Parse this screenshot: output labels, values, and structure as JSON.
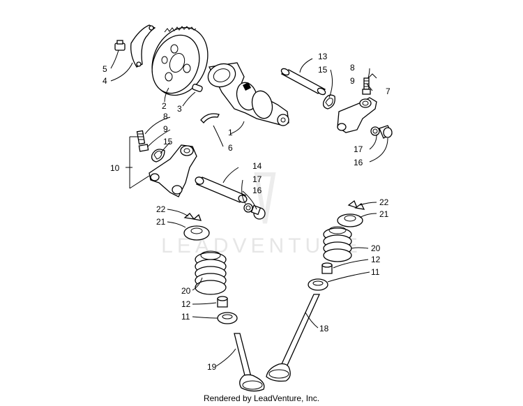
{
  "watermark": "LEADVENTURE",
  "footer": "Rendered by LeadVenture, Inc.",
  "callouts": {
    "c5": "5",
    "c4": "4",
    "c2": "2",
    "c3": "3",
    "c1": "1",
    "c6": "6",
    "c13": "13",
    "c15a": "15",
    "c8a": "8",
    "c9a": "9",
    "c7": "7",
    "c17a": "17",
    "c16a": "16",
    "c8b": "8",
    "c9b": "9",
    "c15b": "15",
    "c10": "10",
    "c14": "14",
    "c17b": "17",
    "c16b": "16",
    "c22a": "22",
    "c21a": "21",
    "c20a": "20",
    "c12a": "12",
    "c11a": "11",
    "c19": "19",
    "c22b": "22",
    "c21b": "21",
    "c20b": "20",
    "c12b": "12",
    "c11b": "11",
    "c18": "18"
  }
}
